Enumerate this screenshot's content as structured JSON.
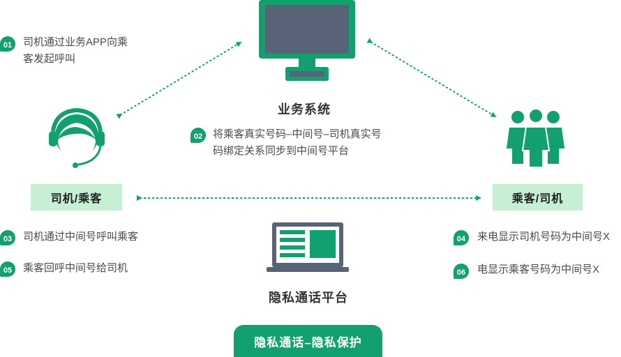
{
  "nodes": {
    "business_system": "业务系统",
    "privacy_platform": "隐私通话平台",
    "left_box": "司机/乘客",
    "right_box": "乘客/司机"
  },
  "steps": [
    {
      "num": "01",
      "lines": [
        "司机通过业务APP向乘",
        "客发起呼叫"
      ]
    },
    {
      "num": "02",
      "lines": [
        "将乘客真实号码–中间号–司机真实号",
        "码绑定关系同步到中间号平台"
      ]
    },
    {
      "num": "03",
      "lines": [
        "司机通过中间号呼叫乘客"
      ]
    },
    {
      "num": "04",
      "lines": [
        "来电显示司机号码为中间号X"
      ]
    },
    {
      "num": "05",
      "lines": [
        "乘客回呼中间号给司机"
      ]
    },
    {
      "num": "06",
      "lines": [
        "电显示乘客号码为中间号X"
      ]
    }
  ],
  "footer": {
    "label": "隐私通话–隐私保护"
  },
  "colors": {
    "accent": "#12a06e",
    "box": "#c6efd4",
    "monitor": "#586377"
  },
  "icons": [
    "desktop-monitor-icon",
    "headset-agent-icon",
    "people-group-icon",
    "laptop-icon"
  ]
}
